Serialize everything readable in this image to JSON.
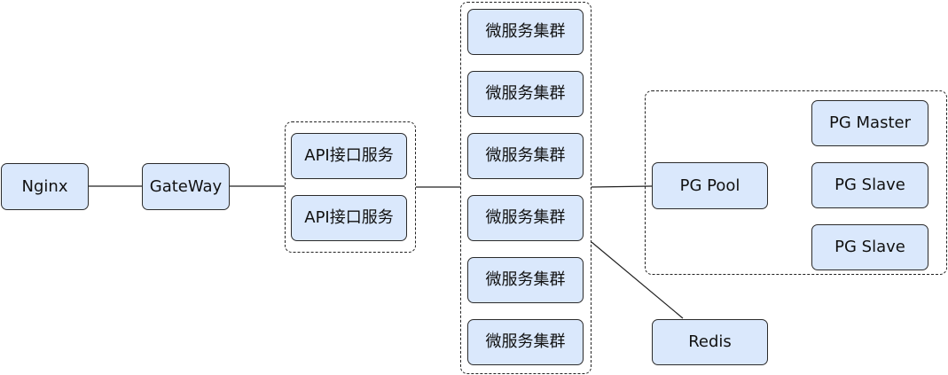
{
  "colors": {
    "node_fill": "#dae8fc",
    "node_border": "#2b2b2b",
    "edge": "#222222"
  },
  "nodes": {
    "nginx": "Nginx",
    "gateway": "GateWay",
    "api_services": [
      "API接口服务",
      "API接口服务"
    ],
    "microservice_clusters": [
      "微服务集群",
      "微服务集群",
      "微服务集群",
      "微服务集群",
      "微服务集群",
      "微服务集群"
    ],
    "pg_pool": "PG Pool",
    "pg_master": "PG Master",
    "pg_slaves": [
      "PG Slave",
      "PG Slave"
    ],
    "redis": "Redis"
  }
}
